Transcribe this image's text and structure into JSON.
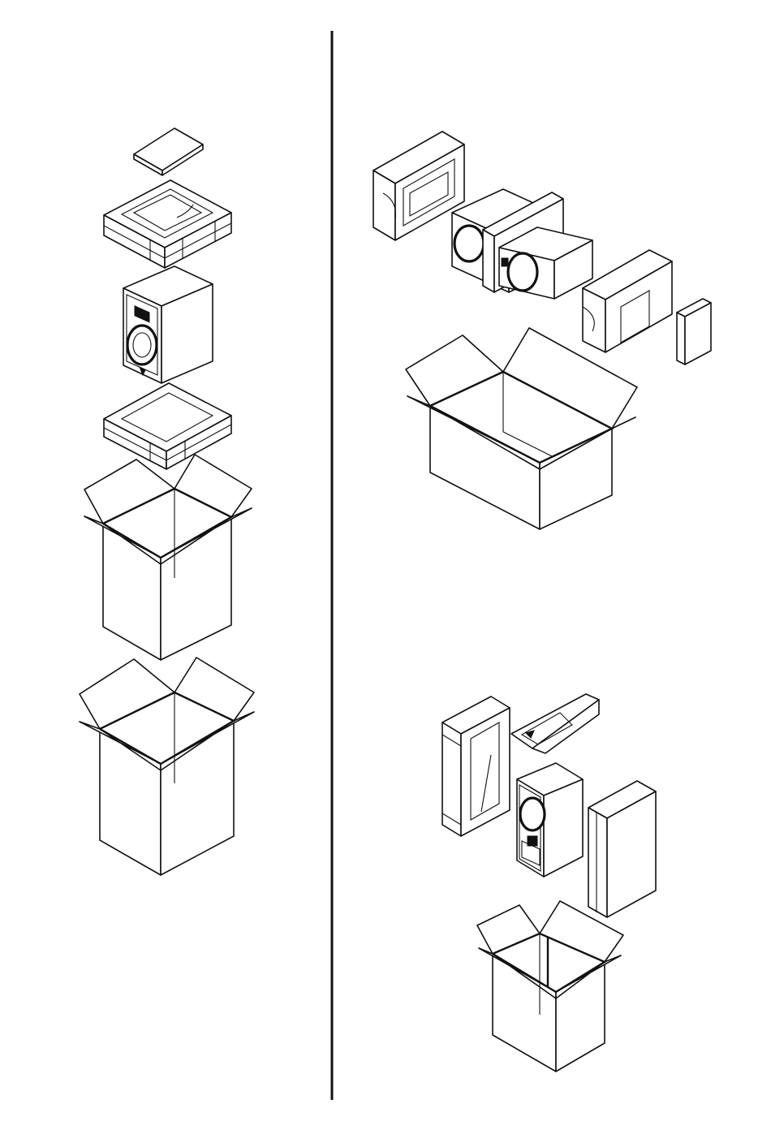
{
  "figure": {
    "panels": [
      {
        "name": "vertical-packing-sequence",
        "parts": [
          "manual",
          "top-foam-insert",
          "speaker",
          "bottom-foam-insert",
          "inner-carton",
          "outer-carton"
        ]
      },
      {
        "name": "horizontal-packing-sequence",
        "parts": [
          "end-foam-insert",
          "speaker",
          "end-foam-insert",
          "manual",
          "carton"
        ]
      },
      {
        "name": "compact-packing-sequence",
        "parts": [
          "side-foam-insert",
          "wedge-stand",
          "speaker",
          "side-foam-insert",
          "carton"
        ]
      }
    ],
    "colors": {
      "line": "#111111",
      "background": "#ffffff"
    }
  }
}
